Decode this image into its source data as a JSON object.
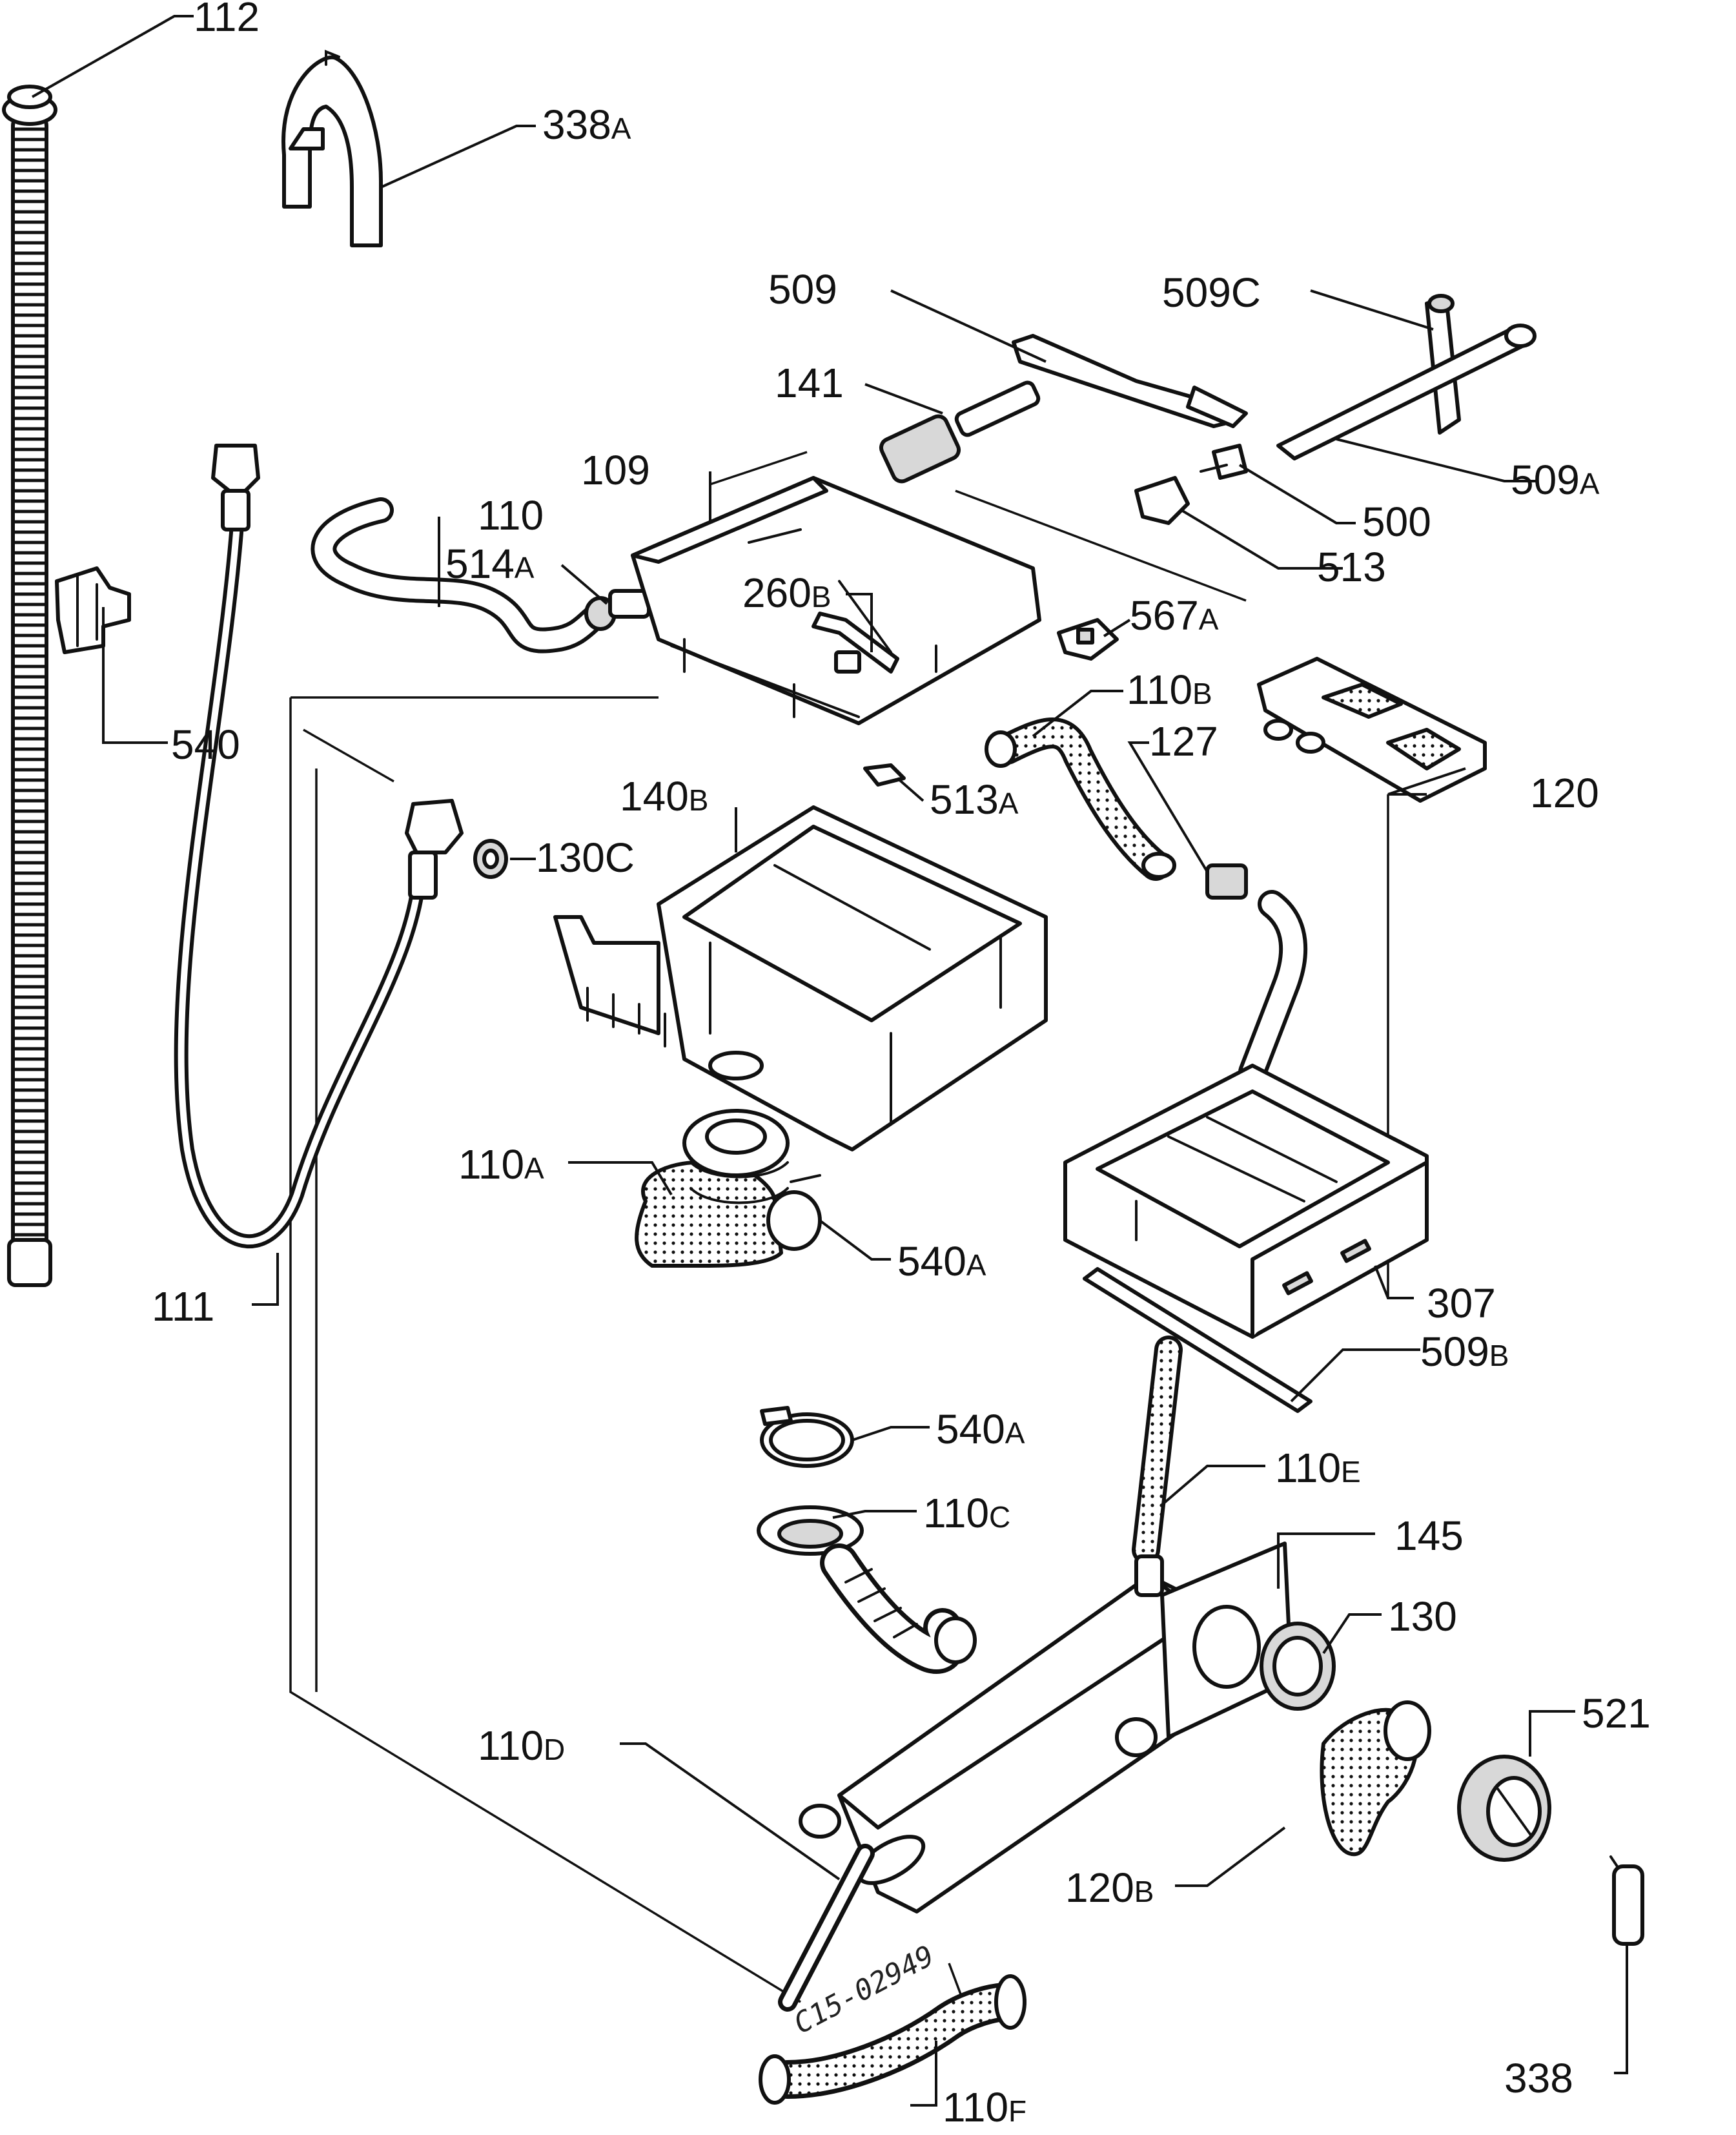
{
  "labels": {
    "p112": "112",
    "p338a": "338",
    "p338a_sfx": "A",
    "p509": "509",
    "p509c": "509C",
    "p141": "141",
    "p109": "109",
    "p110": "110",
    "p514a": "514",
    "p514a_sfx": "A",
    "p509a": "509",
    "p509a_sfx": "A",
    "p500": "500",
    "p513": "513",
    "p260b": "260",
    "p260b_sfx": "B",
    "p567a": "567",
    "p567a_sfx": "A",
    "p540": "540",
    "p110b": "110",
    "p110b_sfx": "B",
    "p127": "127",
    "p120": "120",
    "p140b": "140",
    "p140b_sfx": "B",
    "p513a": "513",
    "p513a_sfx": "A",
    "p130c": "130C",
    "p110a": "110",
    "p110a_sfx": "A",
    "p540a_1": "540",
    "p540a_1_sfx": "A",
    "p111": "111",
    "p307": "307",
    "p509b": "509",
    "p509b_sfx": "B",
    "p540a_2": "540",
    "p540a_2_sfx": "A",
    "p110e": "110",
    "p110e_sfx": "E",
    "p110c": "110",
    "p110c_sfx": "C",
    "p145": "145",
    "p130": "130",
    "p521": "521",
    "p110d": "110",
    "p110d_sfx": "D",
    "p120b": "120",
    "p120b_sfx": "B",
    "p338": "338",
    "p110f": "110",
    "p110f_sfx": "F"
  },
  "drawing_code": "C15-02949"
}
